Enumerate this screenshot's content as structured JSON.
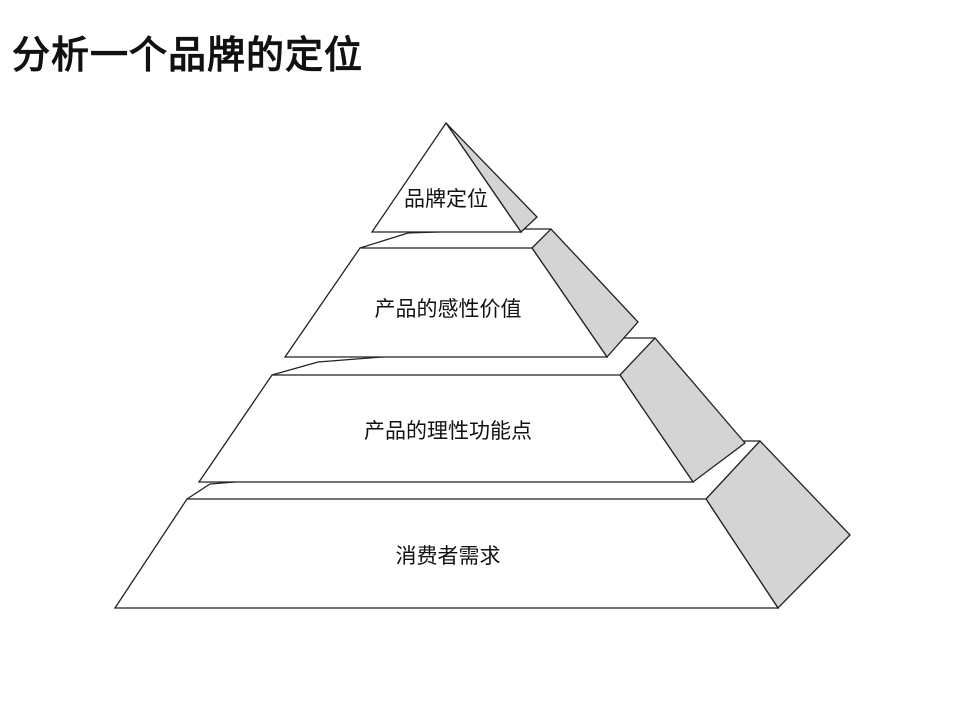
{
  "title": "分析一个品牌的定位",
  "pyramid": {
    "levels": [
      {
        "label": "品牌定位"
      },
      {
        "label": "产品的感性价值"
      },
      {
        "label": "产品的理性功能点"
      },
      {
        "label": "消费者需求"
      }
    ],
    "side_color": "#d4d4d4"
  }
}
